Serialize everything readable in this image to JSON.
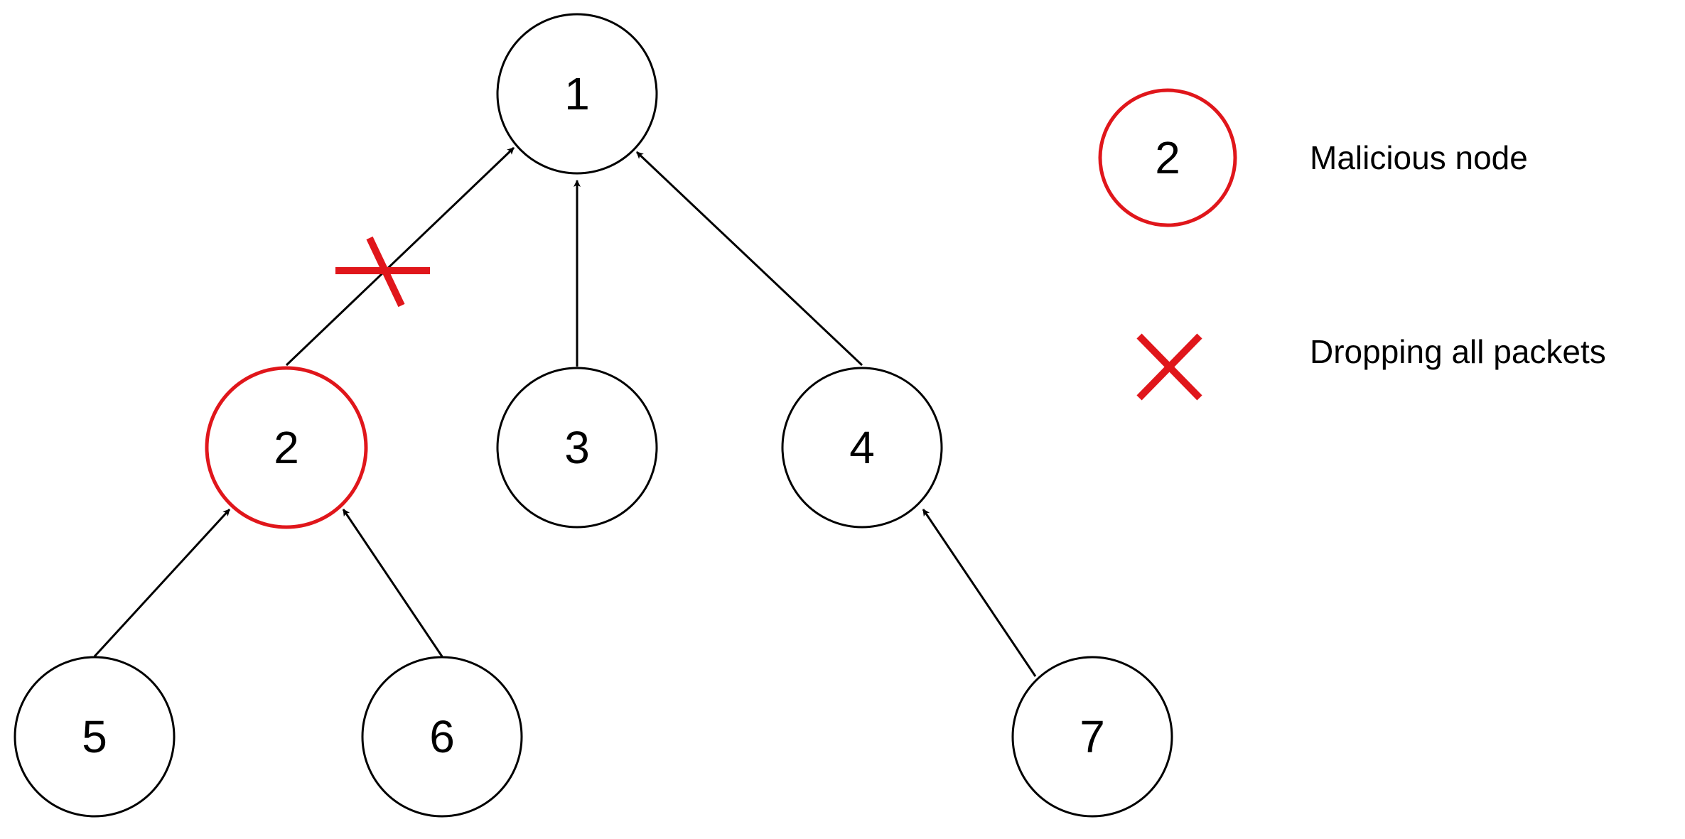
{
  "nodes": [
    {
      "id": "1",
      "label": "1",
      "malicious": false
    },
    {
      "id": "2",
      "label": "2",
      "malicious": true
    },
    {
      "id": "3",
      "label": "3",
      "malicious": false
    },
    {
      "id": "4",
      "label": "4",
      "malicious": false
    },
    {
      "id": "5",
      "label": "5",
      "malicious": false
    },
    {
      "id": "6",
      "label": "6",
      "malicious": false
    },
    {
      "id": "7",
      "label": "7",
      "malicious": false
    }
  ],
  "edges": [
    {
      "from": "2",
      "to": "1",
      "dropped": true
    },
    {
      "from": "3",
      "to": "1",
      "dropped": false
    },
    {
      "from": "4",
      "to": "1",
      "dropped": false
    },
    {
      "from": "5",
      "to": "2",
      "dropped": false
    },
    {
      "from": "6",
      "to": "2",
      "dropped": false
    },
    {
      "from": "7",
      "to": "4",
      "dropped": false
    }
  ],
  "legend": {
    "malicious_node_sample": "2",
    "malicious_node_label": "Malicious node",
    "dropping_label": "Dropping all packets"
  },
  "colors": {
    "malicious": "#e0161b",
    "normal": "#000000"
  }
}
